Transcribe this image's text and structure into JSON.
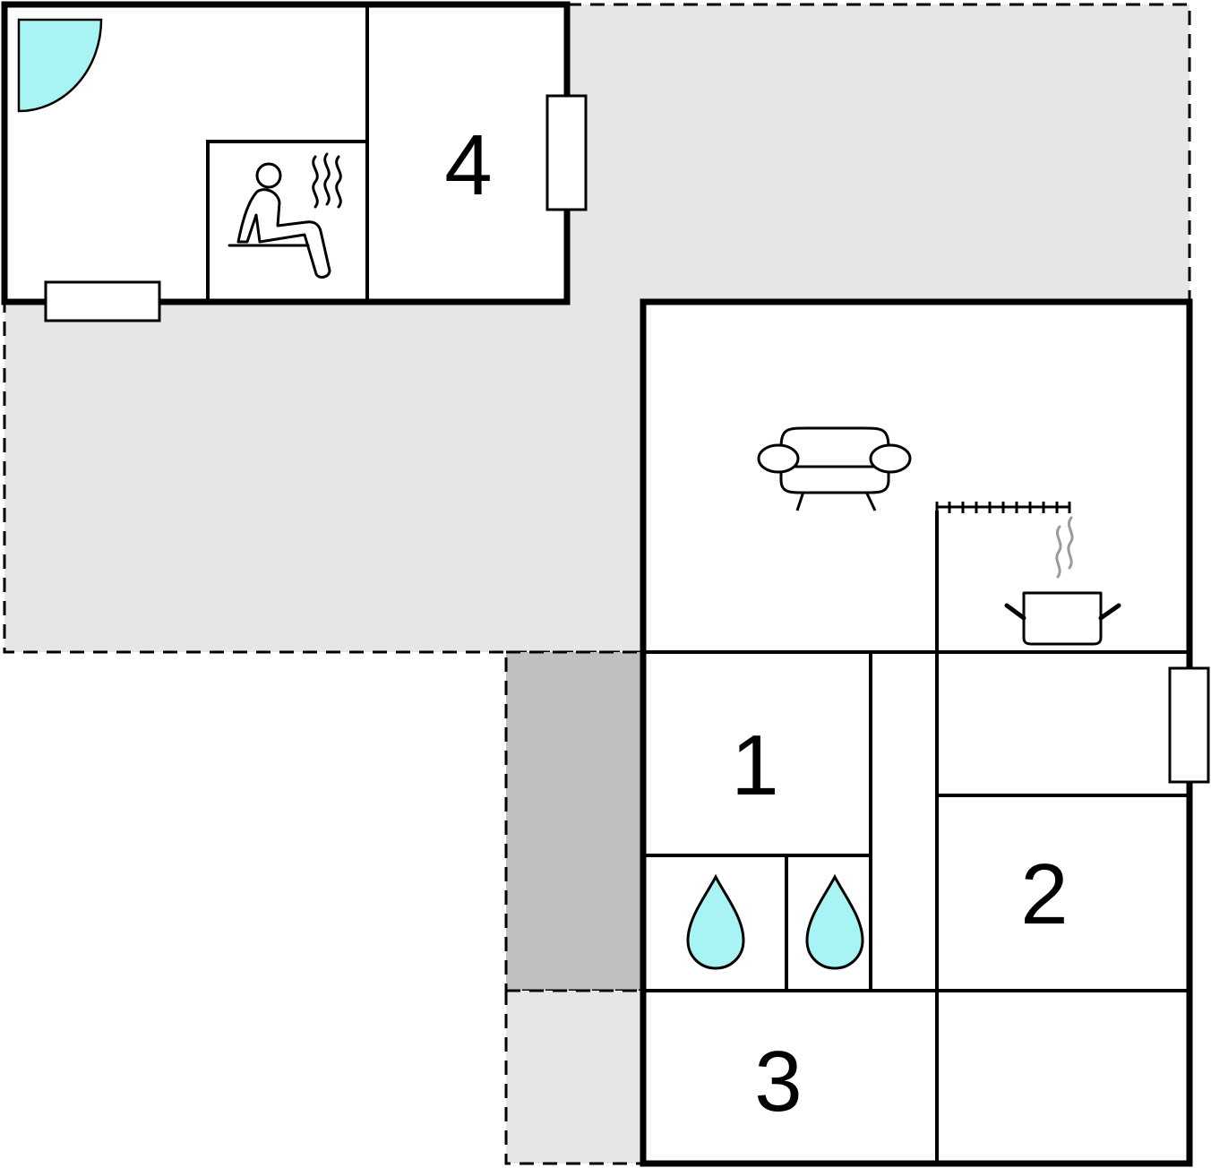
{
  "colors": {
    "wall": "#000000",
    "interior": "#ffffff",
    "terrace": "#e6e6e6",
    "covered_area": "#c0c0c0",
    "water": "#a8f4f4",
    "steam": "#9a9a9a"
  },
  "rooms": [
    {
      "number": "4"
    },
    {
      "number": "1"
    },
    {
      "number": "2"
    },
    {
      "number": "3"
    }
  ],
  "icons": {
    "door": "door-swing-icon",
    "sauna": "sauna-icon",
    "sofa": "sofa-icon",
    "kitchen": "cooking-pot-icon",
    "shower": "water-drop-icon",
    "toilet": "water-drop-icon"
  }
}
